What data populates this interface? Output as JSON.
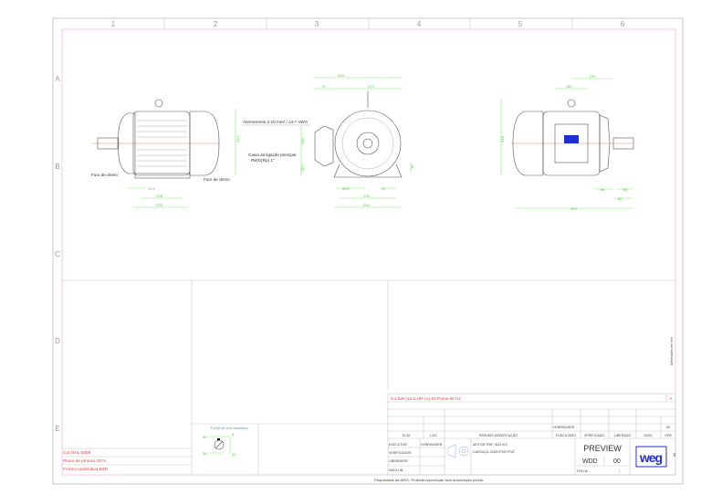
{
  "columns": [
    "1",
    "2",
    "3",
    "4",
    "5",
    "6"
  ],
  "rows": [
    "A",
    "B",
    "C",
    "D",
    "E"
  ],
  "side_view": {
    "dims": [
      "274",
      "23.5",
      "178",
      "225"
    ],
    "labels": [
      "Furo de dreno",
      "Furo de dreno"
    ]
  },
  "front_view": {
    "dims": [
      "318",
      "79",
      "272",
      "134",
      "132",
      "18",
      "55.5",
      "12",
      "216",
      "246"
    ],
    "labels": [
      "Aterramento 2-10 mm² / 14-7 AWG",
      "Caixa de ligação principal",
      "RWG(Rp) 1\""
    ]
  },
  "rear_view": {
    "dims": [
      "170",
      "140",
      "318",
      "89",
      "80",
      "60",
      "493"
    ]
  },
  "shaft_end": {
    "title": "Ponta de eixo dianteira",
    "dims": [
      "50",
      "38",
      "8",
      "33"
    ]
  },
  "notes": [
    "Cor RAL 5009",
    "Plano de pintura 207A",
    "Forma construtiva B3D"
  ],
  "spec_line": "9.2 kW (12.5 HP-cv)   02 Polos   60 Hz",
  "revision_letter": "A",
  "title_block": {
    "user_top": "HYBRISUSER",
    "rev_top": "00",
    "headers": [
      "ECM",
      "LOC",
      "RESUMO MODIFICAÇÃO",
      "EXECUTADO",
      "VERIFICADO",
      "LIBERADO",
      "DATA",
      "VER"
    ],
    "row_labels": [
      "EXECUTOR",
      "VERIFICADOR",
      "LIBERADOR",
      "DATA LIB."
    ],
    "executor": "HYBRISUSER",
    "description": [
      "MOTOR TRIF.  W22  IE3",
      "CARCAÇA 132M IP55 TFVE"
    ],
    "status": "PREVIEW",
    "doc": "WDD",
    "doc_rev": "00",
    "sheet_label": "FOLHA",
    "sheet_value": "/",
    "format": "A3",
    "logo": "WEG"
  },
  "side_note": "Dimensões em mm",
  "footer": "Propriedade da WEG. Proibida reprodução sem autorização prévia."
}
